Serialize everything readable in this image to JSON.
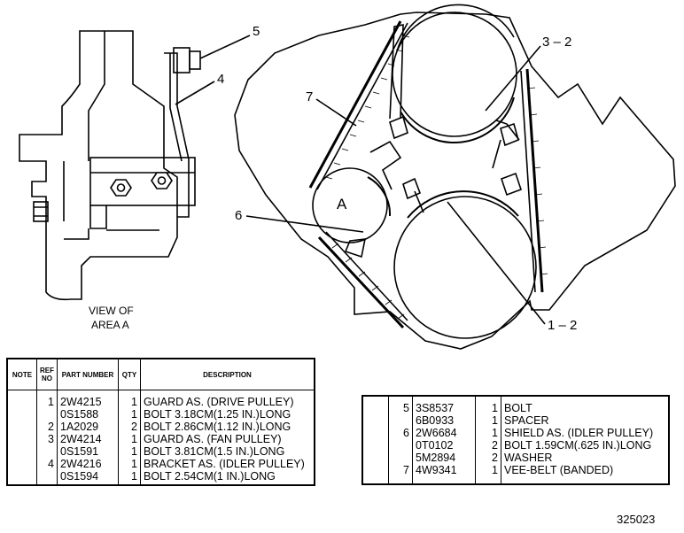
{
  "callouts": {
    "c5": "5",
    "c4": "4",
    "c7": "7",
    "c32": "3 – 2",
    "c6": "6",
    "c12": "1 – 2",
    "pulleyA": "A"
  },
  "view_label": {
    "line1": "VIEW OF",
    "line2": "AREA A"
  },
  "parts_table": {
    "headers": {
      "note": "NOTE",
      "ref_no": "REF NO",
      "part_number": "PART NUMBER",
      "qty": "QTY",
      "description": "DESCRIPTION"
    },
    "left_rows": [
      {
        "note": "",
        "ref": "1",
        "part": "2W4215",
        "qty": "1",
        "desc": "GUARD AS. (DRIVE PULLEY)"
      },
      {
        "note": "",
        "ref": "",
        "part": "0S1588",
        "qty": "1",
        "desc": "BOLT 3.18CM(1.25 IN.)LONG"
      },
      {
        "note": "",
        "ref": "2",
        "part": "1A2029",
        "qty": "2",
        "desc": "BOLT 2.86CM(1.12 IN.)LONG"
      },
      {
        "note": "",
        "ref": "3",
        "part": "2W4214",
        "qty": "1",
        "desc": "GUARD AS. (FAN PULLEY)"
      },
      {
        "note": "",
        "ref": "",
        "part": "0S1591",
        "qty": "1",
        "desc": "BOLT 3.81CM(1.5 IN.)LONG"
      },
      {
        "note": "",
        "ref": "4",
        "part": "2W4216",
        "qty": "1",
        "desc": "BRACKET AS. (IDLER PULLEY)"
      },
      {
        "note": "",
        "ref": "",
        "part": "0S1594",
        "qty": "1",
        "desc": "BOLT 2.54CM(1 IN.)LONG"
      }
    ],
    "right_rows": [
      {
        "note": "",
        "ref": "5",
        "part": "3S8537",
        "qty": "1",
        "desc": "BOLT"
      },
      {
        "note": "",
        "ref": "",
        "part": "6B0933",
        "qty": "1",
        "desc": "SPACER"
      },
      {
        "note": "",
        "ref": "6",
        "part": "2W6684",
        "qty": "1",
        "desc": "SHIELD AS. (IDLER PULLEY)"
      },
      {
        "note": "",
        "ref": "",
        "part": "0T0102",
        "qty": "2",
        "desc": "BOLT 1.59CM(.625 IN.)LONG"
      },
      {
        "note": "",
        "ref": "",
        "part": "5M2894",
        "qty": "2",
        "desc": "WASHER"
      },
      {
        "note": "",
        "ref": "7",
        "part": "4W9341",
        "qty": "1",
        "desc": "VEE-BELT (BANDED)"
      }
    ]
  },
  "figure_number": "325023"
}
